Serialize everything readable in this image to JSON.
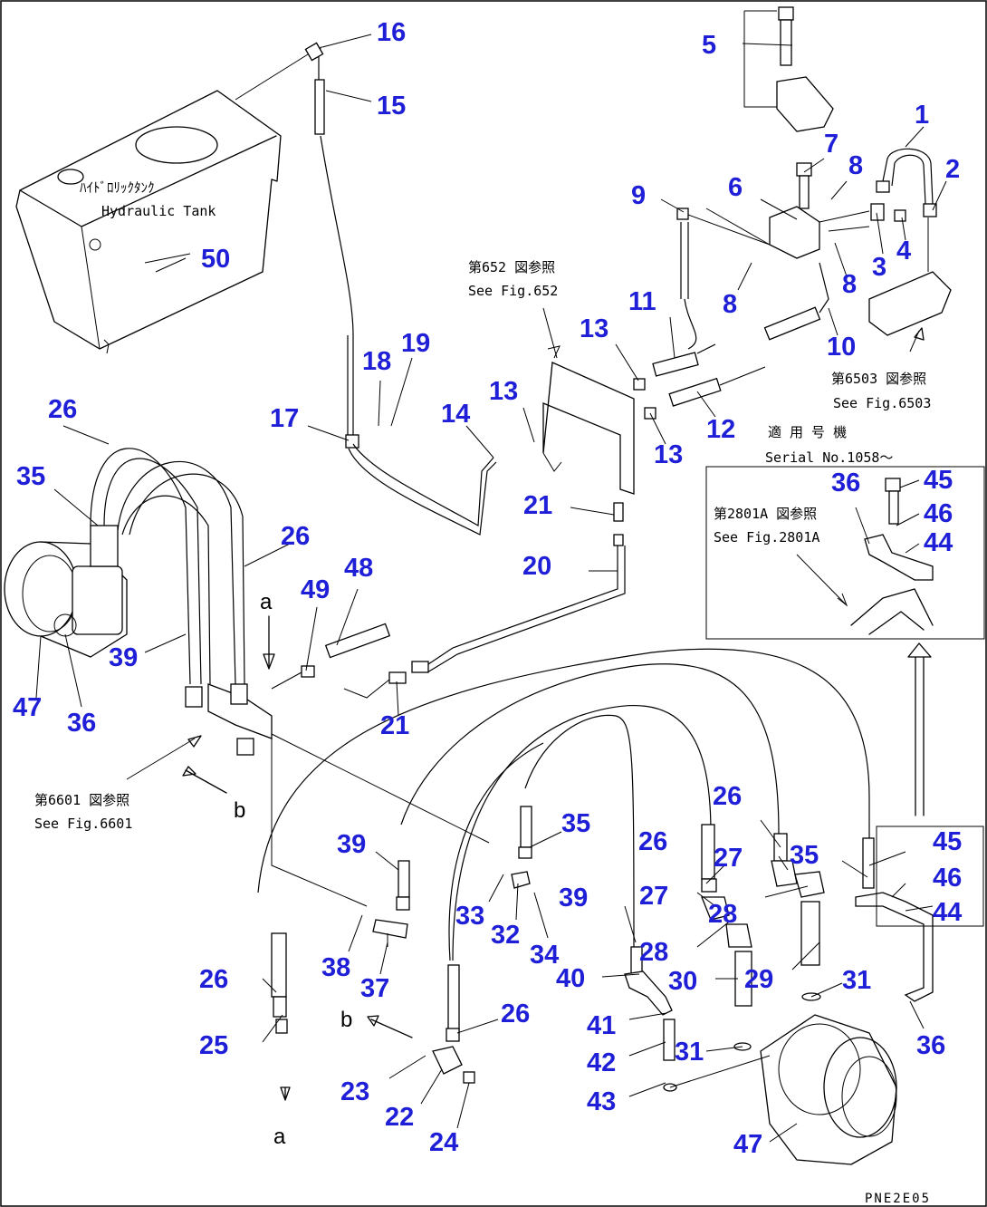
{
  "diagram": {
    "tank_label_jp": "ﾊｲﾄﾞﾛﾘｯｸﾀﾝｸ",
    "tank_label_en": "Hydraulic Tank",
    "ref_652_jp": "第652 図参照",
    "ref_652_en": "See Fig.652",
    "ref_6503_jp": "第6503 図参照",
    "ref_6503_en": "See Fig.6503",
    "ref_2801a_jp": "第2801A 図参照",
    "ref_2801a_en": "See Fig.2801A",
    "ref_6601_jp": "第6601 図参照",
    "ref_6601_en": "See Fig.6601",
    "serial_jp": "適 用 号 機",
    "serial_en": "Serial No.1058～",
    "letter_a": "a",
    "letter_b": "b",
    "drawing_code": "PNE2E05",
    "callouts": {
      "c1": "1",
      "c2": "2",
      "c3": "3",
      "c4": "4",
      "c5": "5",
      "c6": "6",
      "c7": "7",
      "c8": "8",
      "c9": "9",
      "c10": "10",
      "c11": "11",
      "c12": "12",
      "c13": "13",
      "c14": "14",
      "c15": "15",
      "c16": "16",
      "c17": "17",
      "c18": "18",
      "c19": "19",
      "c20": "20",
      "c21": "21",
      "c22": "22",
      "c23": "23",
      "c24": "24",
      "c25": "25",
      "c26": "26",
      "c27": "27",
      "c28": "28",
      "c29": "29",
      "c30": "30",
      "c31": "31",
      "c32": "32",
      "c33": "33",
      "c34": "34",
      "c35": "35",
      "c36": "36",
      "c37": "37",
      "c38": "38",
      "c39": "39",
      "c40": "40",
      "c41": "41",
      "c42": "42",
      "c43": "43",
      "c44": "44",
      "c45": "45",
      "c46": "46",
      "c47": "47",
      "c48": "48",
      "c49": "49",
      "c50": "50"
    }
  }
}
